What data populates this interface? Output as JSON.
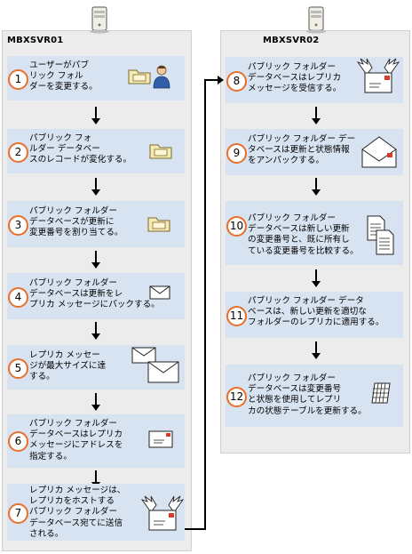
{
  "servers": [
    {
      "name": "MBXSVR01"
    },
    {
      "name": "MBXSVR02"
    }
  ],
  "steps": [
    {
      "number": "1",
      "text": "ユーザーがパブ\nリック フォル\nダーを変更する。",
      "icon": "folder-user-icon"
    },
    {
      "number": "2",
      "text": "パブリック フォ\nルダー データベー\nスのレコードが変化する。",
      "icon": "folder-icon"
    },
    {
      "number": "3",
      "text": "パブリック フォルダー\nデータベースが更新に\n変更番号を割り当てる。",
      "icon": "folder-icon"
    },
    {
      "number": "4",
      "text": "パブリック フォルダー\nデータベースは更新をレ\nプリカ メッセージにパックする。",
      "icon": "envelope-icon"
    },
    {
      "number": "5",
      "text": "レプリカ メッセー\nジが最大サイズに達\nする。",
      "icon": "envelopes-icon"
    },
    {
      "number": "6",
      "text": "パブリック フォルダー\nデータベースはレプリカ\nメッセージにアドレスを\n指定する。",
      "icon": "addressed-envelope-icon"
    },
    {
      "number": "7",
      "text": "レプリカ メッセージは、\nレプリカをホストする\nパブリック フォルダー\nデータベース宛てに送信\nされる。",
      "icon": "winged-envelope-icon"
    },
    {
      "number": "8",
      "text": "パブリック フォルダー\nデータベースはレプリカ\nメッセージを受信する。",
      "icon": "winged-envelope-icon"
    },
    {
      "number": "9",
      "text": "パブリック フォルダー デー\nタベースは更新と状態情報\nをアンパックする。",
      "icon": "open-envelope-icon"
    },
    {
      "number": "10",
      "text": "パブリック フォルダー\nデータベースは新しい更新\nの変更番号と、既に所有し\nている変更番号を比較する。",
      "icon": "documents-icon"
    },
    {
      "number": "11",
      "text": "パブリック フォルダー データ\nベースは、新しい更新を適切な\nフォルダーのレプリカに適用する。",
      "icon": ""
    },
    {
      "number": "12",
      "text": "パブリック フォルダー\nデータベースは変更番号\nと状態を使用してレプリ\nカの状態テーブルを更新する。",
      "icon": "grid-table-icon"
    }
  ]
}
